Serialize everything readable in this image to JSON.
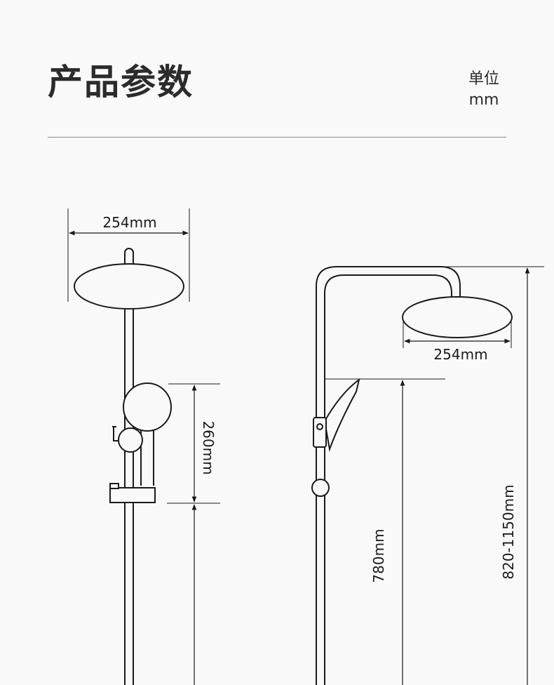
{
  "header": {
    "title": "产品参数",
    "unit_label": "单位",
    "unit_value": "mm"
  },
  "front_view": {
    "head_width": "254mm",
    "slider_range": "260mm"
  },
  "side_view": {
    "head_width": "254mm",
    "handheld_height": "780mm",
    "total_height": "820-1150mm"
  },
  "colors": {
    "line": "#1a1a1a",
    "rule": "#8c8c8c",
    "background": "#f9f9f9"
  }
}
